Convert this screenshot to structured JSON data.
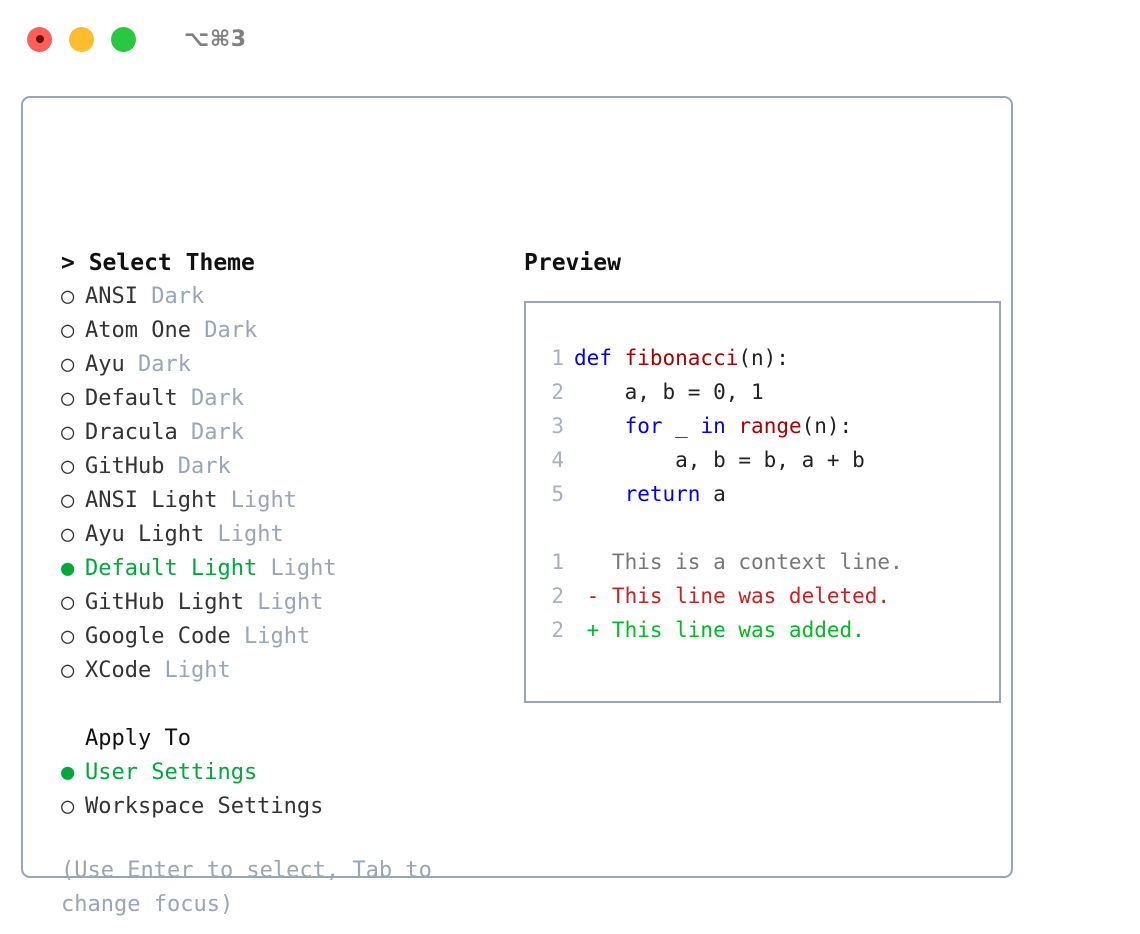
{
  "window": {
    "title": "⌥⌘3",
    "buttons": [
      {
        "name": "close",
        "color": "#ff5f57"
      },
      {
        "name": "minimize",
        "color": "#ffbd2e"
      },
      {
        "name": "zoom",
        "color": "#28c840"
      }
    ]
  },
  "colors": {
    "accent_green": "#00a83c",
    "muted": "#9aa5b5",
    "keyword_blue": "#0000ee",
    "function_red": "#aa0000",
    "diff_delete": "#cc1f1f",
    "diff_add": "#00bb22",
    "border": "#9aa5b5"
  },
  "theme_picker": {
    "header": "> Select Theme",
    "marker_selected": "●",
    "marker_unselected": "○",
    "items": [
      {
        "name": "ANSI",
        "variant": "Dark",
        "selected": false
      },
      {
        "name": "Atom One",
        "variant": "Dark",
        "selected": false
      },
      {
        "name": "Ayu",
        "variant": "Dark",
        "selected": false
      },
      {
        "name": "Default",
        "variant": "Dark",
        "selected": false
      },
      {
        "name": "Dracula",
        "variant": "Dark",
        "selected": false
      },
      {
        "name": "GitHub",
        "variant": "Dark",
        "selected": false
      },
      {
        "name": "ANSI Light",
        "variant": "Light",
        "selected": false
      },
      {
        "name": "Ayu Light",
        "variant": "Light",
        "selected": false
      },
      {
        "name": "Default Light",
        "variant": "Light",
        "selected": true
      },
      {
        "name": "GitHub Light",
        "variant": "Light",
        "selected": false
      },
      {
        "name": "Google Code",
        "variant": "Light",
        "selected": false
      },
      {
        "name": "XCode",
        "variant": "Light",
        "selected": false
      }
    ]
  },
  "apply_to": {
    "label": "Apply To",
    "items": [
      {
        "name": "User Settings",
        "selected": true
      },
      {
        "name": "Workspace Settings",
        "selected": false
      }
    ]
  },
  "hint": "(Use Enter to select, Tab to change focus)",
  "preview": {
    "title": "Preview",
    "code_lines": [
      {
        "number": "1",
        "tokens": [
          {
            "t": "def ",
            "c": "kw"
          },
          {
            "t": "fibonacci",
            "c": "fn"
          },
          {
            "t": "(n):",
            "c": "plain"
          }
        ]
      },
      {
        "number": "2",
        "tokens": [
          {
            "t": "    a, b = 0, 1",
            "c": "plain"
          }
        ]
      },
      {
        "number": "3",
        "tokens": [
          {
            "t": "    ",
            "c": "plain"
          },
          {
            "t": "for",
            "c": "kw"
          },
          {
            "t": " _ ",
            "c": "plain"
          },
          {
            "t": "in",
            "c": "kw"
          },
          {
            "t": " ",
            "c": "plain"
          },
          {
            "t": "range",
            "c": "fn"
          },
          {
            "t": "(n):",
            "c": "plain"
          }
        ]
      },
      {
        "number": "4",
        "tokens": [
          {
            "t": "        a, b = b, a + b",
            "c": "plain"
          }
        ]
      },
      {
        "number": "5",
        "tokens": [
          {
            "t": "    ",
            "c": "plain"
          },
          {
            "t": "return",
            "c": "kw"
          },
          {
            "t": " a",
            "c": "plain"
          }
        ]
      }
    ],
    "diff_lines": [
      {
        "number": "1",
        "sign": " ",
        "text": " This is a context line.",
        "kind": "ctx"
      },
      {
        "number": "2",
        "sign": "-",
        "text": " This line was deleted.",
        "kind": "del"
      },
      {
        "number": "2",
        "sign": "+",
        "text": " This line was added.",
        "kind": "add"
      }
    ]
  }
}
